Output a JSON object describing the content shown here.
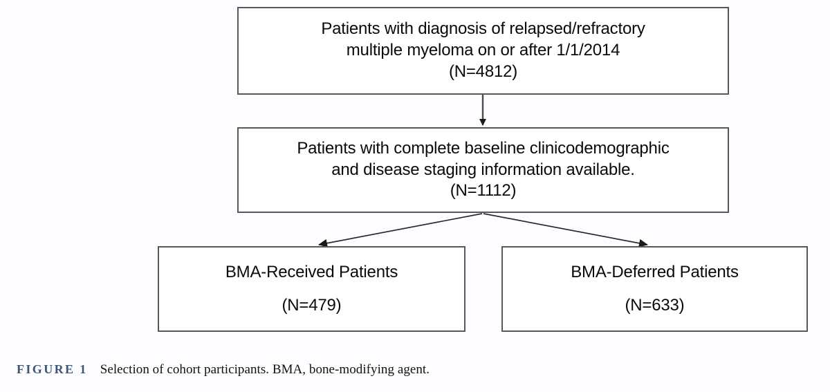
{
  "figure": {
    "label": "FIGURE 1",
    "caption": "Selection of cohort participants. BMA, bone-modifying agent.",
    "label_color": "#3d5574"
  },
  "diagram": {
    "type": "flowchart",
    "orientation": "top-down",
    "box_border_color": "#58585c",
    "arrow_color": "#1a1a1a",
    "nodes": [
      {
        "id": "cohort-initial",
        "line1": "Patients with diagnosis of relapsed/refractory",
        "line2": "multiple myeloma on or after 1/1/2014",
        "count_line": "(N=4812)",
        "n": 4812
      },
      {
        "id": "cohort-complete",
        "line1": "Patients with complete baseline clinicodemographic",
        "line2": "and disease staging information available.",
        "count_line": "(N=1112)",
        "n": 1112
      },
      {
        "id": "bma-received",
        "line1": "BMA-Received Patients",
        "count_line": "(N=479)",
        "n": 479
      },
      {
        "id": "bma-deferred",
        "line1": "BMA-Deferred Patients",
        "count_line": "(N=633)",
        "n": 633
      }
    ],
    "edges": [
      {
        "from": "cohort-initial",
        "to": "cohort-complete",
        "style": "vertical-arrow"
      },
      {
        "from": "cohort-complete",
        "to": "bma-received",
        "style": "diagonal-arrow-left"
      },
      {
        "from": "cohort-complete",
        "to": "bma-deferred",
        "style": "diagonal-arrow-right"
      }
    ]
  }
}
